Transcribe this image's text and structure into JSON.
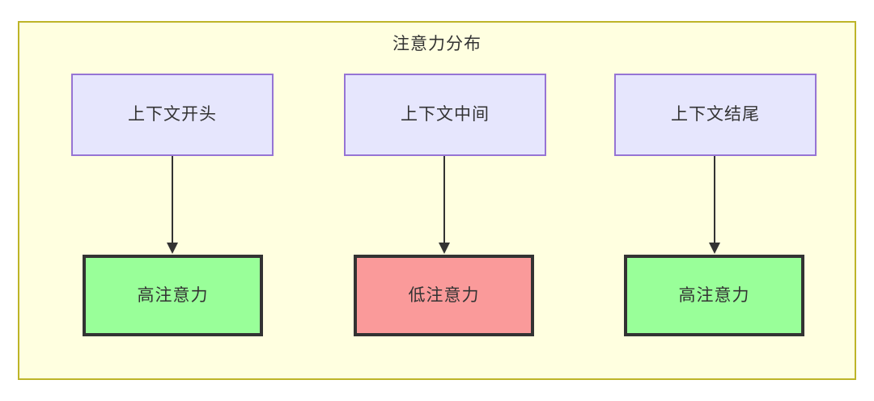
{
  "diagram": {
    "title": "注意力分布",
    "background_color": "#ffffe0",
    "border_color": "#bdb429",
    "page_background": "#ffffff",
    "text_color": "#333333"
  },
  "nodes": {
    "context": [
      {
        "id": "ctx-start",
        "label": "上下文开头",
        "fill": "#e6e6fd",
        "stroke": "#9674d4"
      },
      {
        "id": "ctx-mid",
        "label": "上下文中间",
        "fill": "#e6e6fd",
        "stroke": "#9674d4"
      },
      {
        "id": "ctx-end",
        "label": "上下文结尾",
        "fill": "#e6e6fd",
        "stroke": "#9674d4"
      }
    ],
    "attention": [
      {
        "id": "att-start",
        "label": "高注意力",
        "fill": "#99ff99",
        "stroke": "#333333"
      },
      {
        "id": "att-mid",
        "label": "低注意力",
        "fill": "#fa9a9a",
        "stroke": "#333333"
      },
      {
        "id": "att-end",
        "label": "高注意力",
        "fill": "#99ff99",
        "stroke": "#333333"
      }
    ]
  },
  "edges": [
    {
      "from": "ctx-start",
      "to": "att-start",
      "arrow": "down-arrowhead"
    },
    {
      "from": "ctx-mid",
      "to": "att-mid",
      "arrow": "down-arrowhead"
    },
    {
      "from": "ctx-end",
      "to": "att-end",
      "arrow": "down-arrowhead"
    }
  ]
}
